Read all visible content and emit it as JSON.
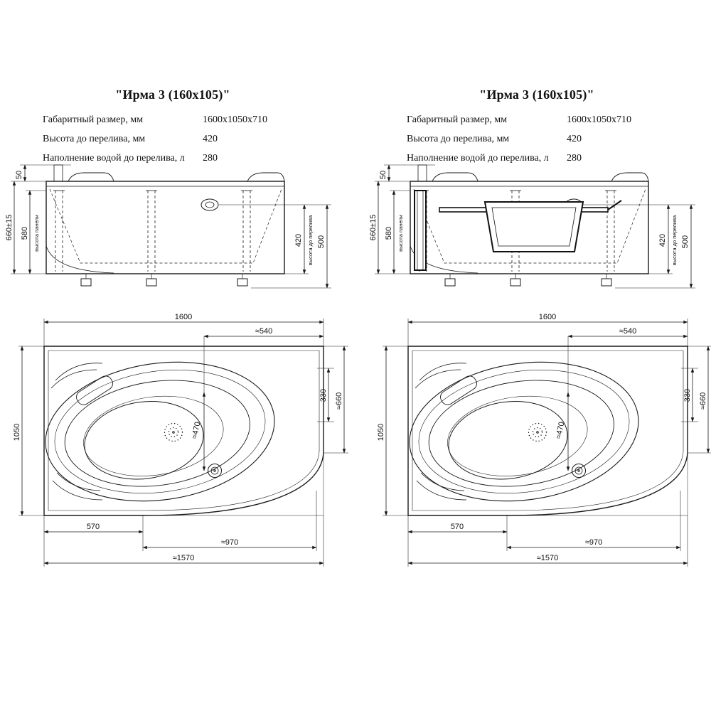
{
  "panels": [
    {
      "title": "\"Ирма 3 (160x105)\"",
      "specs": [
        {
          "label": "Габаритный размер, мм",
          "value": "1600x1050x710"
        },
        {
          "label": "Высота до перелива, мм",
          "value": "420"
        },
        {
          "label": "Наполнение водой до перелива, л",
          "value": "280"
        }
      ],
      "elevation": {
        "dim_deck": "50",
        "dim_total_height": "660±15",
        "dim_panel_height": "580",
        "label_panel_height": "высота панели",
        "dim_overflow": "420",
        "label_overflow": "высота до перелива",
        "dim_floor_overflow": "500"
      },
      "plan": {
        "dim_length": "1600",
        "dim_width": "1050",
        "dim_back_right": "≈540",
        "dim_side_330": "330",
        "dim_right_edge": "≈660",
        "dim_bowl_width": "≈470",
        "dim_bottom_left": "570",
        "dim_bottom_mid": "≈970",
        "dim_bottom_full": "≈1570"
      }
    },
    {
      "title": "\"Ирма 3 (160x105)\"",
      "specs": [
        {
          "label": "Габаритный размер, мм",
          "value": "1600x1050x710"
        },
        {
          "label": "Высота до перелива, мм",
          "value": "420"
        },
        {
          "label": "Наполнение водой до перелива, л",
          "value": "280"
        }
      ],
      "elevation": {
        "dim_deck": "50",
        "dim_total_height": "660±15",
        "dim_panel_height": "580",
        "label_panel_height": "высота панели",
        "dim_overflow": "420",
        "label_overflow": "высота до перелива",
        "dim_floor_overflow": "500"
      },
      "plan": {
        "dim_length": "1600",
        "dim_width": "1050",
        "dim_back_right": "≈540",
        "dim_side_330": "330",
        "dim_right_edge": "≈660",
        "dim_bowl_width": "≈470",
        "dim_bottom_left": "570",
        "dim_bottom_mid": "≈970",
        "dim_bottom_full": "≈1570"
      }
    }
  ]
}
